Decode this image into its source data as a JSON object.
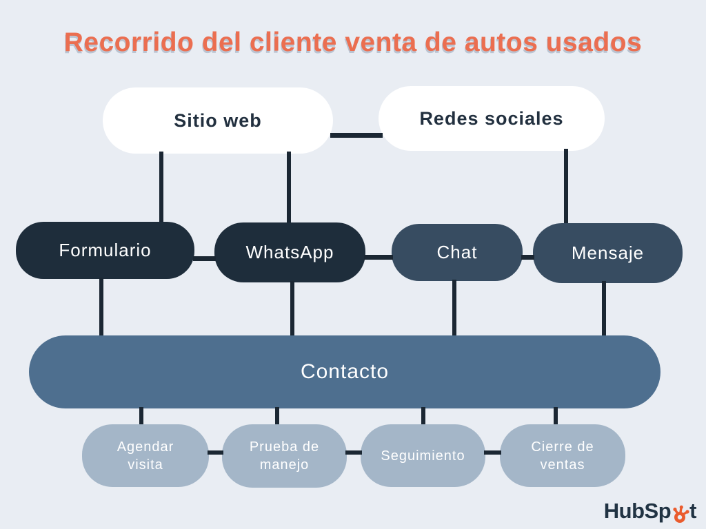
{
  "title": "Recorrido del cliente venta de autos usados",
  "nodes": {
    "sitio_web": {
      "label": "Sitio web"
    },
    "redes_sociales": {
      "label": "Redes sociales"
    },
    "formulario": {
      "label": "Formulario"
    },
    "whatsapp": {
      "label": "WhatsApp"
    },
    "chat": {
      "label": "Chat"
    },
    "mensaje": {
      "label": "Mensaje"
    },
    "contacto": {
      "label": "Contacto"
    },
    "agendar_visita": {
      "label": "Agendar visita"
    },
    "prueba_manejo": {
      "label": "Prueba de manejo"
    },
    "seguimiento": {
      "label": "Seguimiento"
    },
    "cierre_ventas": {
      "label": "Cierre de ventas"
    }
  },
  "logo": {
    "text_before": "HubSp",
    "text_after": "t",
    "icon": "hubspot-sprocket-icon"
  },
  "colors": {
    "background": "#E9EDF3",
    "title": "#EB6E50",
    "node_white": "#FFFFFF",
    "node_dark": "#1E2D3B",
    "node_mid": "#374C61",
    "node_contacto": "#4E6F8F",
    "node_light": "#A4B6C8",
    "connector": "#1B2733",
    "text_dark": "#22303F",
    "text_light": "#FFFFFF",
    "logo_text": "#213343",
    "logo_sprocket": "#EA5B2D"
  }
}
